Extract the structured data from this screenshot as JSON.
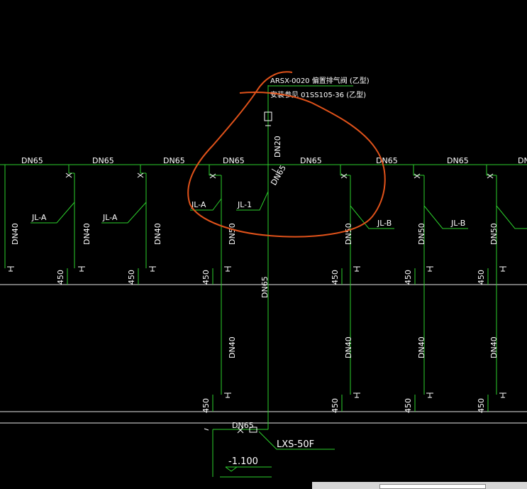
{
  "drawing": {
    "top_note_line1": "ARSX-0020  偏置排气阀    (乙型)",
    "top_note_line2": "安装参见     01SS105-36  (乙型)",
    "pipe_labels": {
      "main_horizontal": "DN65",
      "riser_top": "DN20",
      "riser_diag": "DN65",
      "riser_main": "DN65",
      "branch": "DN40",
      "branch_alt": "DN50",
      "bottom_pipe": "DN65"
    },
    "tags": {
      "jl_a": "JL-A",
      "jl_1": "JL-1",
      "jl_b": "JL-B"
    },
    "dimension": "450",
    "meter_label": "LXS-50F",
    "elevation": "-1.100"
  },
  "colors": {
    "pipe": "#2ccf2c",
    "wall": "#e6e6e6",
    "text": "#ffffff",
    "annotation_circle": "#e0521a",
    "background": "#000000"
  }
}
